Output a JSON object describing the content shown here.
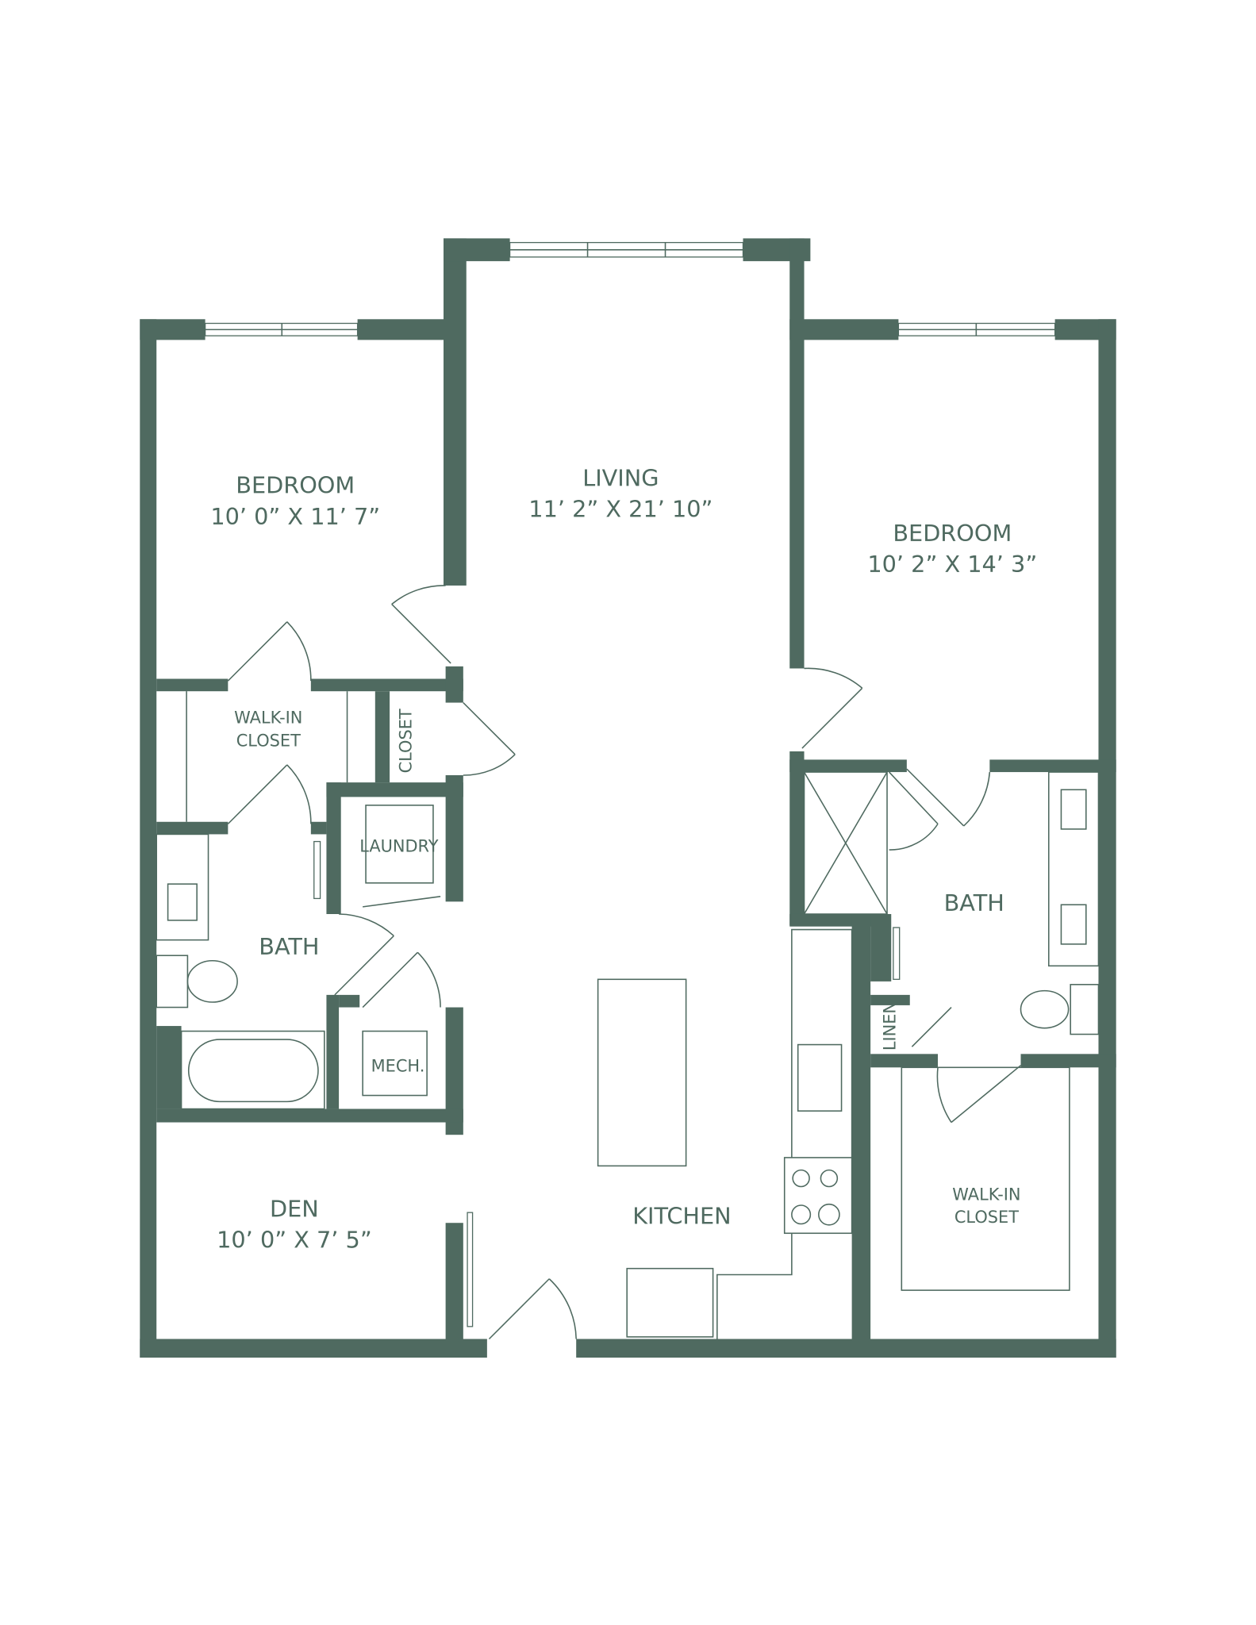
{
  "colors": {
    "wall": "#4f6a60",
    "background": "#ffffff"
  },
  "rooms": {
    "bedroom_left": {
      "name": "BEDROOM",
      "size": "10’ 0” X 11’ 7”"
    },
    "living": {
      "name": "LIVING",
      "size": "11’ 2” X 21’ 10”"
    },
    "bedroom_right": {
      "name": "BEDROOM",
      "size": "10’ 2” X 14’ 3”"
    },
    "walkin_left": {
      "line1": "WALK-IN",
      "line2": "CLOSET"
    },
    "closet": {
      "name": "CLOSET"
    },
    "laundry": {
      "name": "LAUNDRY"
    },
    "bath_left": {
      "name": "BATH"
    },
    "mech": {
      "name": "MECH."
    },
    "den": {
      "name": "DEN",
      "size": "10’ 0” X 7’ 5”"
    },
    "kitchen": {
      "name": "KITCHEN"
    },
    "bath_right": {
      "name": "BATH"
    },
    "linen": {
      "name": "LINEN"
    },
    "walkin_right": {
      "line1": "WALK-IN",
      "line2": "CLOSET"
    }
  }
}
